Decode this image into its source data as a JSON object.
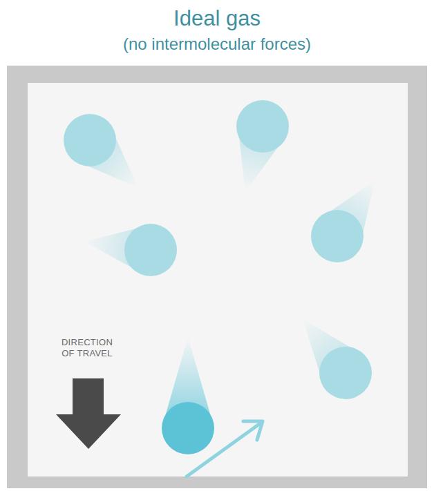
{
  "diagram": {
    "title": "Ideal gas",
    "labels": [
      "(no intermolecular forces)",
      "DIRECTION OF TRAVEL"
    ]
  }
}
